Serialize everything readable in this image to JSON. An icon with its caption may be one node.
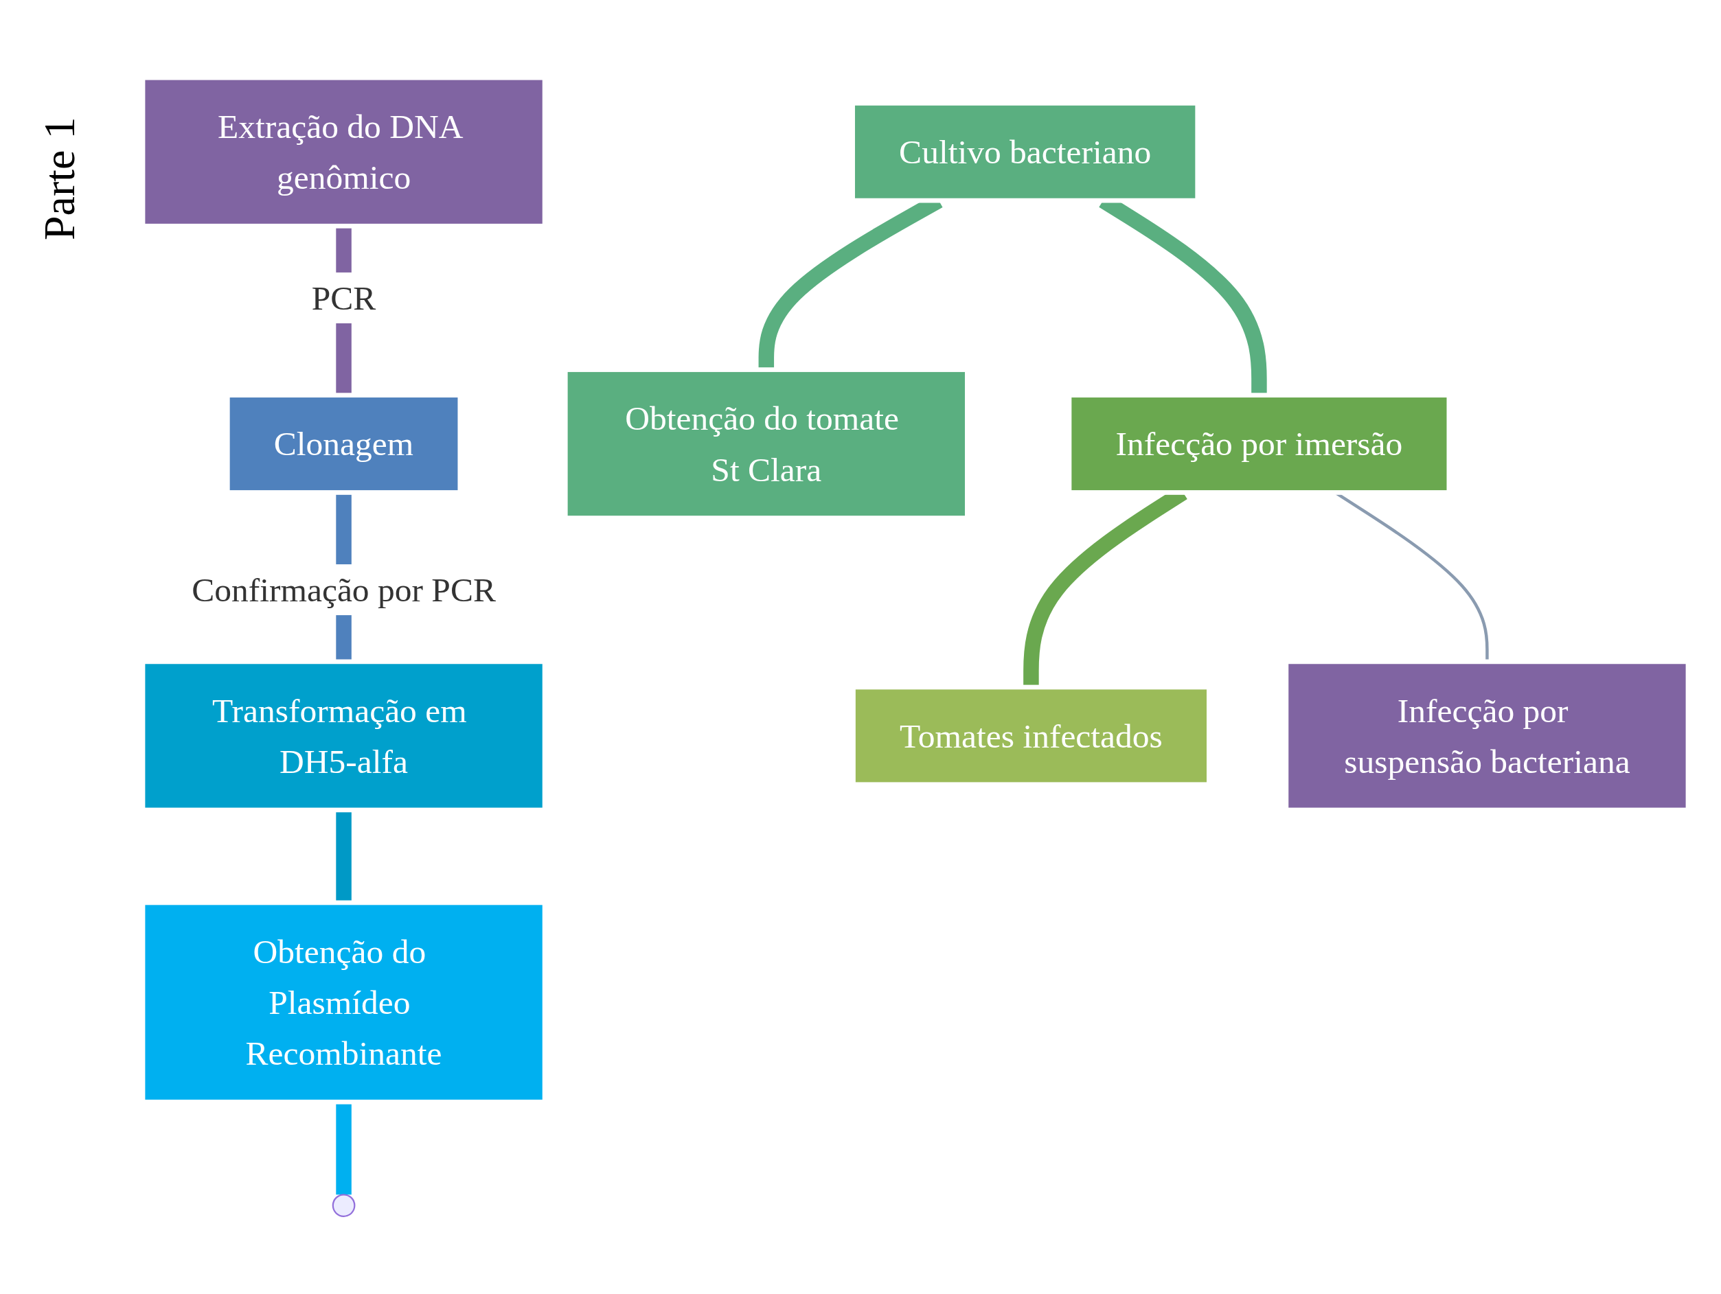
{
  "diagram": {
    "nodes": [
      {
        "text": [
          "Extração do DNA genômico"
        ]
      },
      {
        "text": [
          "Cultivo bacteriano"
        ]
      },
      {
        "text": [
          "Obtenção do tomate St Clara"
        ]
      },
      {
        "text": [
          "Clonagem"
        ]
      },
      {
        "text": [
          "Infecção por imersão"
        ]
      },
      {
        "text": [
          "Infecção por suspensão bacteriana"
        ]
      },
      {
        "text": [
          "Transformação em DH5-alfa"
        ]
      },
      {
        "text": [
          "Tomates infectados"
        ]
      },
      {
        "text": [
          "Obtenção do Plasmídeo Recombinante"
        ]
      }
    ],
    "edges": [
      {
        "from": 0,
        "to": 3,
        "arrow": "none",
        "label": "PCR",
        "color": "#8064a2"
      },
      {
        "from": 3,
        "to": 6,
        "arrow": "none",
        "label": "Confirmação por PCR",
        "color": "#4f81bd"
      },
      {
        "from": 6,
        "to": 8,
        "arrow": "none",
        "color": "#0099c6"
      },
      {
        "from": 8,
        "to": null,
        "arrow": "none",
        "color": "#00b0f0"
      },
      {
        "from": 1,
        "to": 2,
        "arrow": "none",
        "color": "#5aaf80"
      },
      {
        "from": 1,
        "to": 4,
        "arrow": "none",
        "color": "#5aaf80"
      },
      {
        "from": 4,
        "to": 7,
        "arrow": "none",
        "color": "#6aa84f"
      },
      {
        "from": 4,
        "to": 5,
        "arrow": "none",
        "color": "#8a9bb0"
      }
    ],
    "labels": [
      "Parte 1"
    ]
  }
}
